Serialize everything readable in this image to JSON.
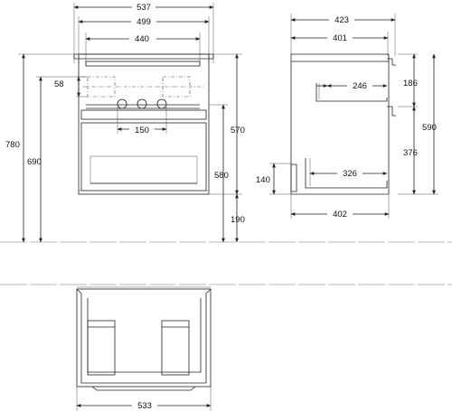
{
  "drawing": {
    "front_view": {
      "dims": {
        "total_width": "537",
        "cabinet_width": "499",
        "drawer_inner_width": "440",
        "height_total": "780",
        "height_with_basin": "690",
        "siphon_offset": "58",
        "siphon_spacing": "150",
        "front_height": "570",
        "drawer_height": "580",
        "floor_clearance": "190"
      }
    },
    "side_view": {
      "dims": {
        "total_depth": "423",
        "cabinet_depth": "401",
        "upper_drawer_depth": "246",
        "top_offset": "186",
        "height": "590",
        "lower_offset": "376",
        "lower_drawer_depth": "326",
        "side_height": "140",
        "base_depth": "402"
      }
    },
    "top_view": {
      "dims": {
        "width": "533"
      }
    }
  }
}
